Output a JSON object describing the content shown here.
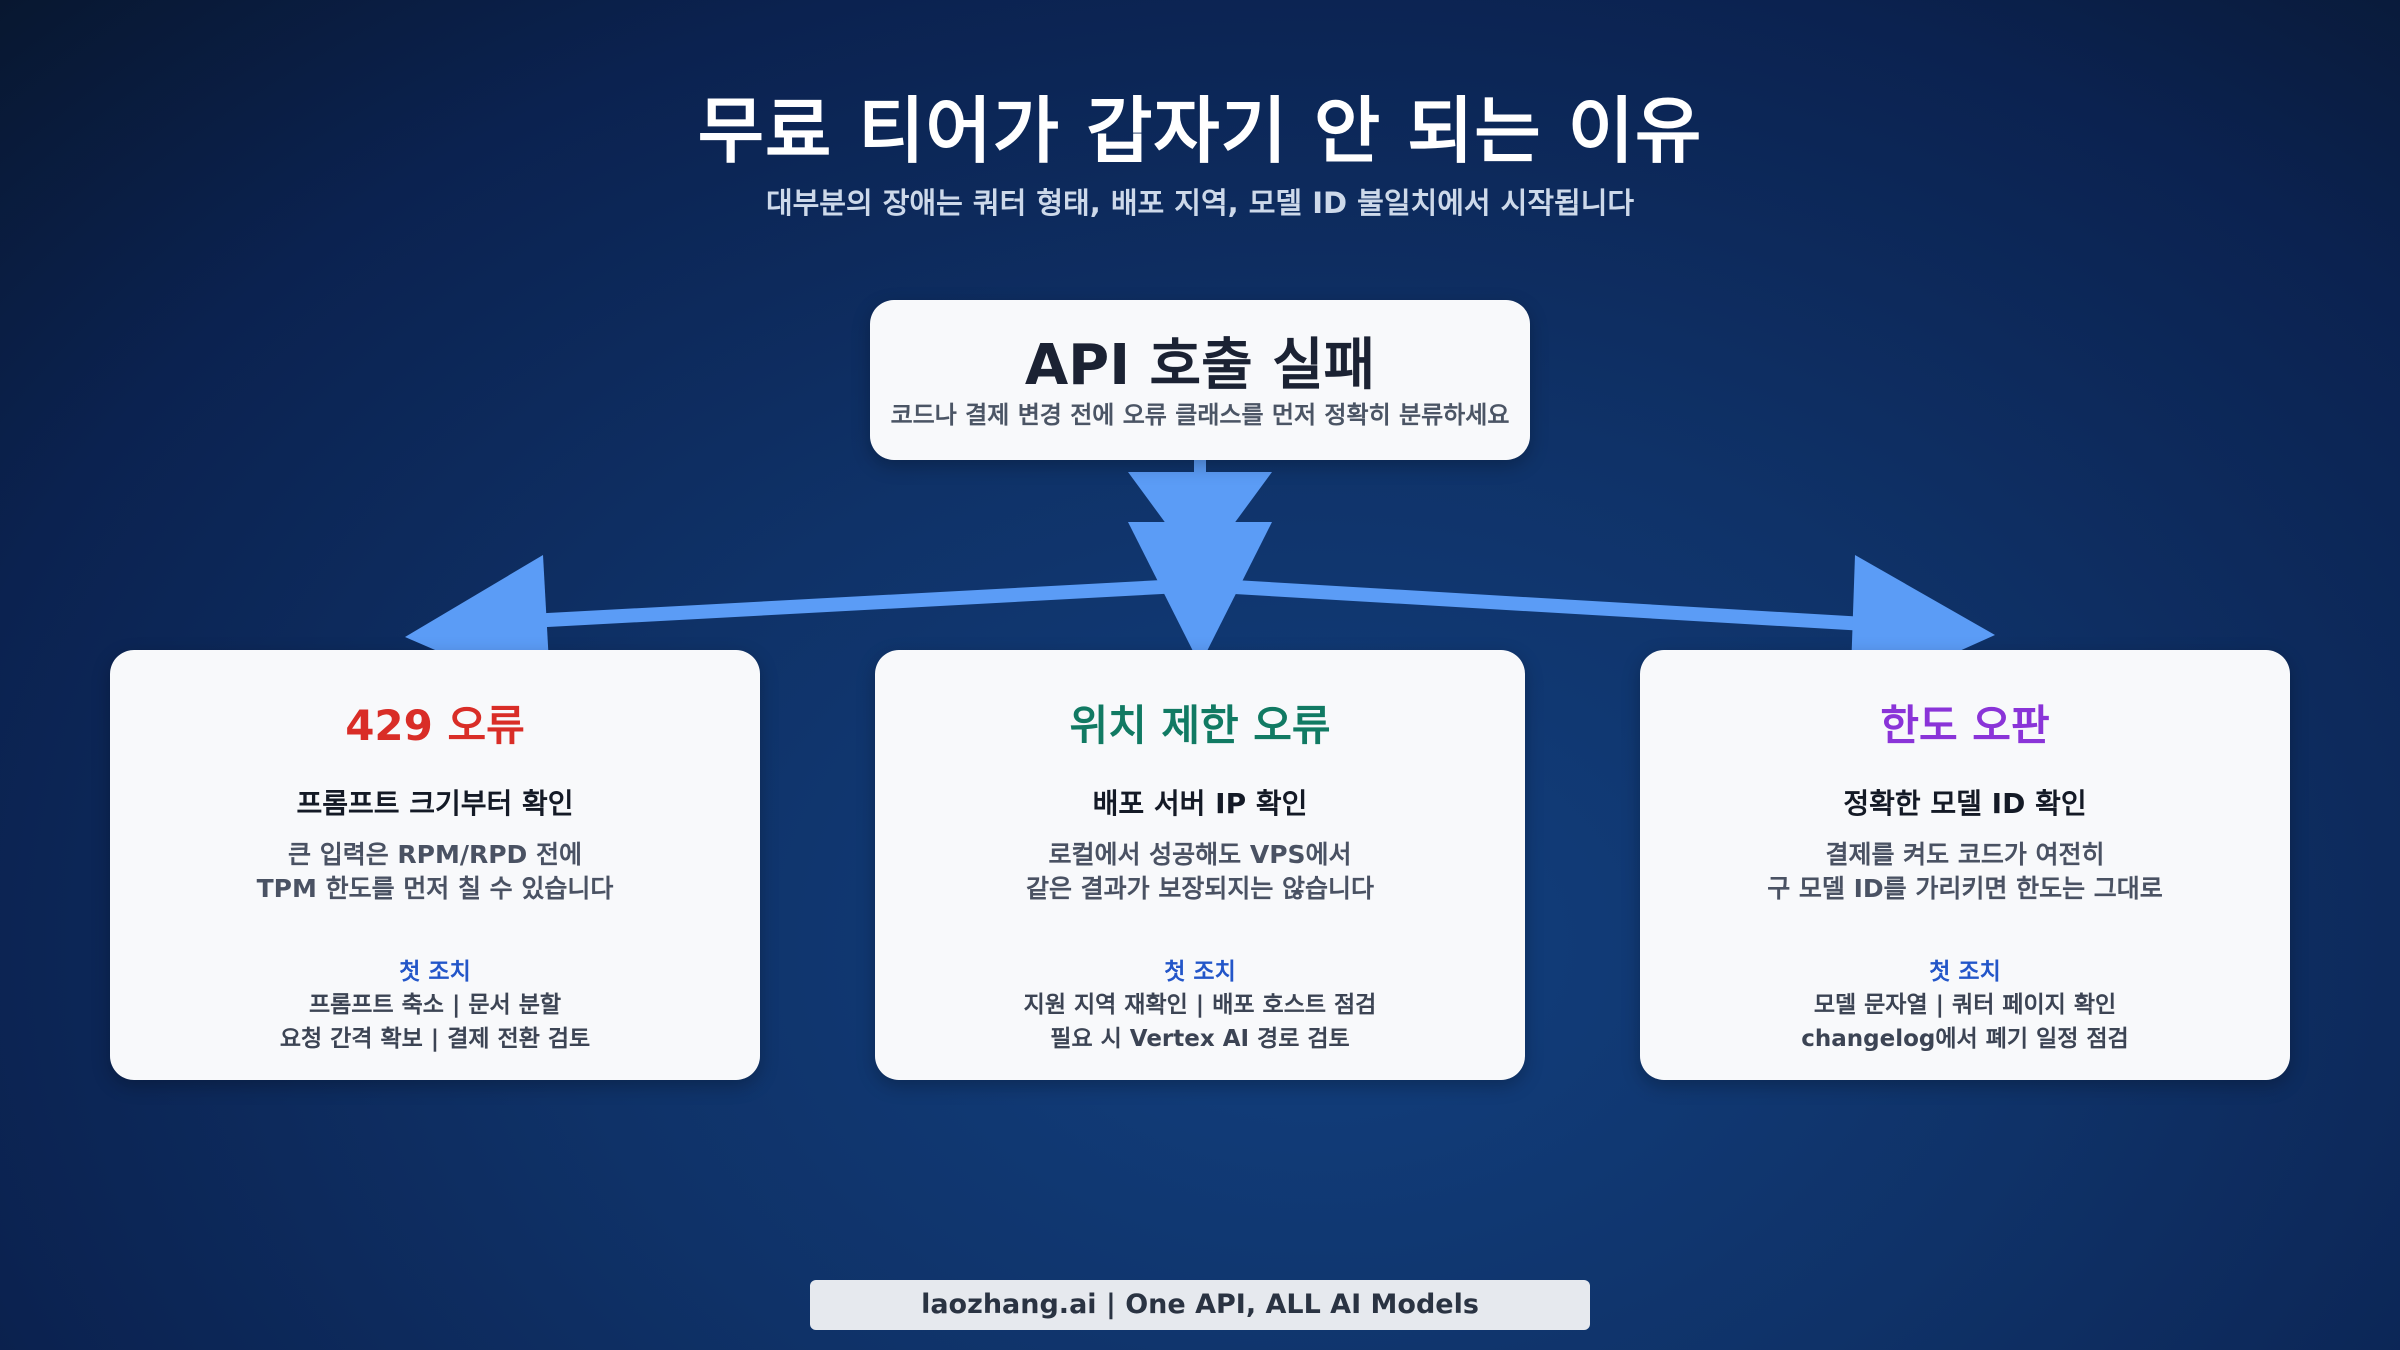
{
  "title": "무료 티어가 갑자기 안 되는 이유",
  "subtitle": "대부분의 장애는 쿼터 형태, 배포 지역, 모델 ID 불일치에서 시작됩니다",
  "root": {
    "title": "API 호출 실패",
    "subtitle": "코드나 결제 변경 전에 오류 클래스를 먼저 정확히 분류하세요"
  },
  "cards": [
    {
      "title": "429 오류",
      "title_color": "#d92d27",
      "heading": "프롬프트 크기부터 확인",
      "desc_lines": [
        "큰 입력은 RPM/RPD 전에",
        "TPM 한도를 먼저 칠 수 있습니다"
      ],
      "action_label": "첫 조치",
      "action_lines": [
        "프롬프트 축소 | 문서 분할",
        "요청 간격 확보 | 결제 전환 검토"
      ]
    },
    {
      "title": "위치 제한 오류",
      "title_color": "#117a63",
      "heading": "배포 서버 IP 확인",
      "desc_lines": [
        "로컬에서 성공해도 VPS에서",
        "같은 결과가 보장되지는 않습니다"
      ],
      "action_label": "첫 조치",
      "action_lines": [
        "지원 지역 재확인 | 배포 호스트 점검",
        "필요 시 Vertex AI 경로 검토"
      ]
    },
    {
      "title": "한도 오판",
      "title_color": "#8a34d8",
      "heading": "정확한 모델 ID 확인",
      "desc_lines": [
        "결제를 켜도 코드가 여전히",
        "구 모델 ID를 가리키면 한도는 그대로"
      ],
      "action_label": "첫 조치",
      "action_lines": [
        "모델 문자열 | 쿼터 페이지 확인",
        "changelog에서 폐기 일정 점검"
      ]
    }
  ],
  "footer": "laozhang.ai | One API, ALL AI Models",
  "colors": {
    "arrow": "#5b9cf6",
    "card_bg": "#f8f9fb",
    "action_label": "#2356c9"
  }
}
